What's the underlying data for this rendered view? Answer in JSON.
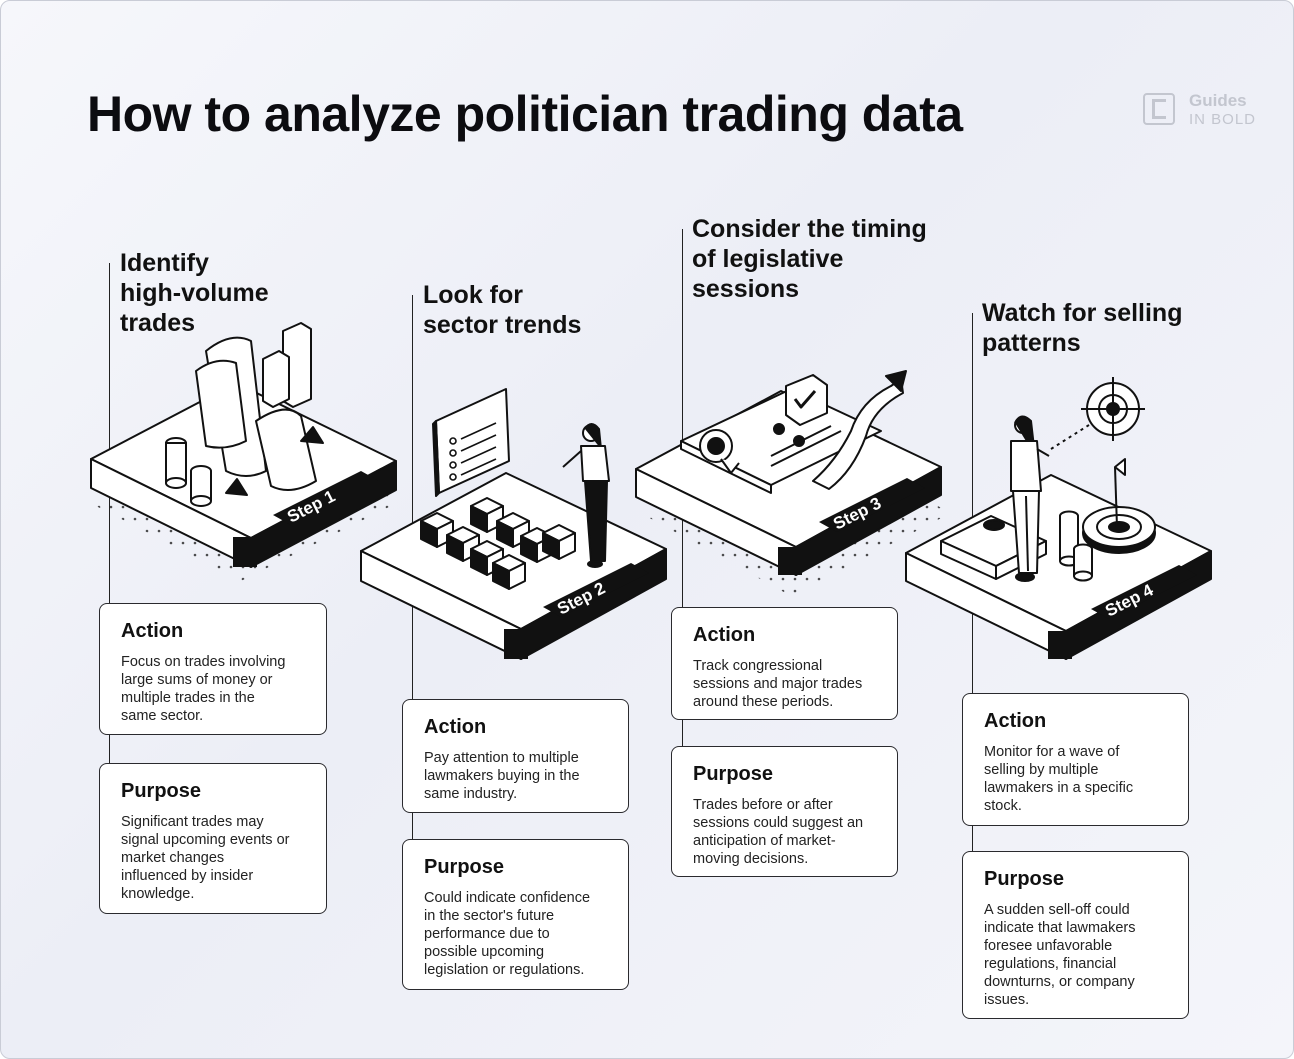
{
  "title": "How to analyze politician trading data",
  "logo": {
    "line1": "Guides",
    "line2": "IN BOLD"
  },
  "steps": [
    {
      "heading": "Identify\nhigh-volume\ntrades",
      "step_label": "Step 1",
      "action": {
        "title": "Action",
        "text": "Focus on trades involving\nlarge sums of money or\nmultiple trades in the\nsame sector."
      },
      "purpose": {
        "title": "Purpose",
        "text": "Significant trades may\nsignal upcoming events or\nmarket changes\ninfluenced by insider\nknowledge."
      }
    },
    {
      "heading": "Look for\nsector trends",
      "step_label": "Step 2",
      "action": {
        "title": "Action",
        "text": "Pay attention to multiple\nlawmakers buying in the\nsame industry."
      },
      "purpose": {
        "title": "Purpose",
        "text": "Could indicate confidence\nin the sector's future\nperformance due to\npossible upcoming\nlegislation or regulations."
      }
    },
    {
      "heading": "Consider the timing\nof legislative\nsessions",
      "step_label": "Step 3",
      "action": {
        "title": "Action",
        "text": "Track congressional\nsessions and major trades\naround these periods."
      },
      "purpose": {
        "title": "Purpose",
        "text": "Trades before or after\nsessions could suggest an\nanticipation of market-\nmoving decisions."
      }
    },
    {
      "heading": "Watch for selling\npatterns",
      "step_label": "Step 4",
      "action": {
        "title": "Action",
        "text": "Monitor for a wave of\nselling by multiple\nlawmakers in a specific\nstock."
      },
      "purpose": {
        "title": "Purpose",
        "text": "A sudden sell-off could\nindicate that lawmakers\nforesee unfavorable\nregulations, financial\ndownturns, or company\nissues."
      }
    }
  ]
}
